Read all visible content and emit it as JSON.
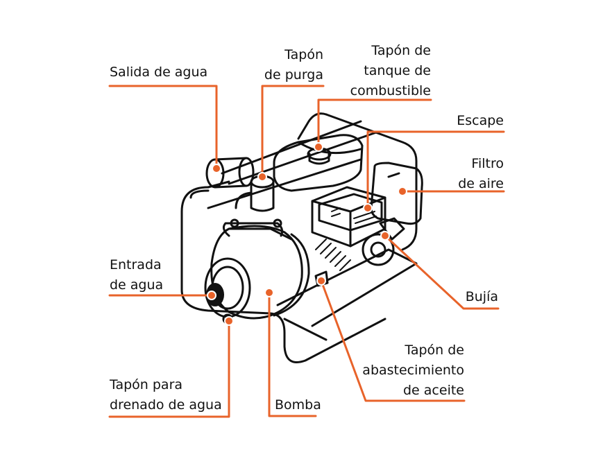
{
  "diagram": {
    "accent_color": "#e8632a",
    "outline_color": "#111111",
    "labels": {
      "salida_de_agua": [
        "Salida de agua"
      ],
      "tapon_de_purga": [
        "Tapón",
        "de purga"
      ],
      "tapon_tanque_combustible": [
        "Tapón de",
        "tanque de",
        "combustible"
      ],
      "escape": [
        "Escape"
      ],
      "filtro_de_aire": [
        "Filtro",
        "de aire"
      ],
      "entrada_de_agua": [
        "Entrada",
        "de agua"
      ],
      "bujia": [
        "Bujía"
      ],
      "tapon_abastecimiento_aceite": [
        "Tapón de",
        "abastecimiento",
        "de aceite"
      ],
      "tapon_drenado_agua": [
        "Tapón para",
        "drenado de agua"
      ],
      "bomba": [
        "Bomba"
      ]
    }
  }
}
